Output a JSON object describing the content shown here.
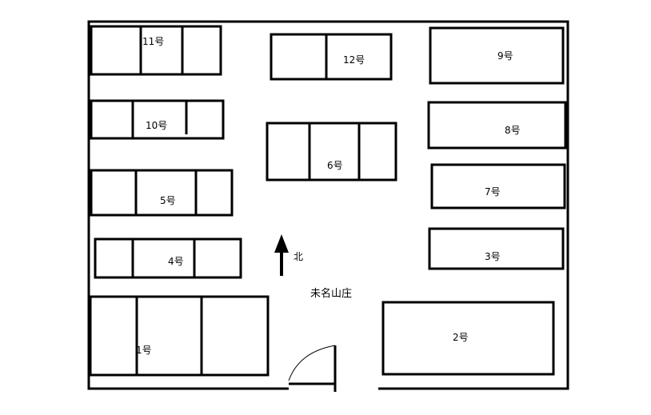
{
  "estate_name": "未名山庄",
  "compass": {
    "label": "北",
    "direction": "north"
  },
  "colors": {
    "line": "#000000",
    "background": "#ffffff"
  },
  "buildings": [
    {
      "id": "b11",
      "label": "11号"
    },
    {
      "id": "b12",
      "label": "12号"
    },
    {
      "id": "b9",
      "label": "9号"
    },
    {
      "id": "b10",
      "label": "10号"
    },
    {
      "id": "b8",
      "label": "8号"
    },
    {
      "id": "b6",
      "label": "6号"
    },
    {
      "id": "b5",
      "label": "5号"
    },
    {
      "id": "b7",
      "label": "7号"
    },
    {
      "id": "b4",
      "label": "4号"
    },
    {
      "id": "b3",
      "label": "3号"
    },
    {
      "id": "b1",
      "label": "1号"
    },
    {
      "id": "b2",
      "label": "2号"
    }
  ]
}
